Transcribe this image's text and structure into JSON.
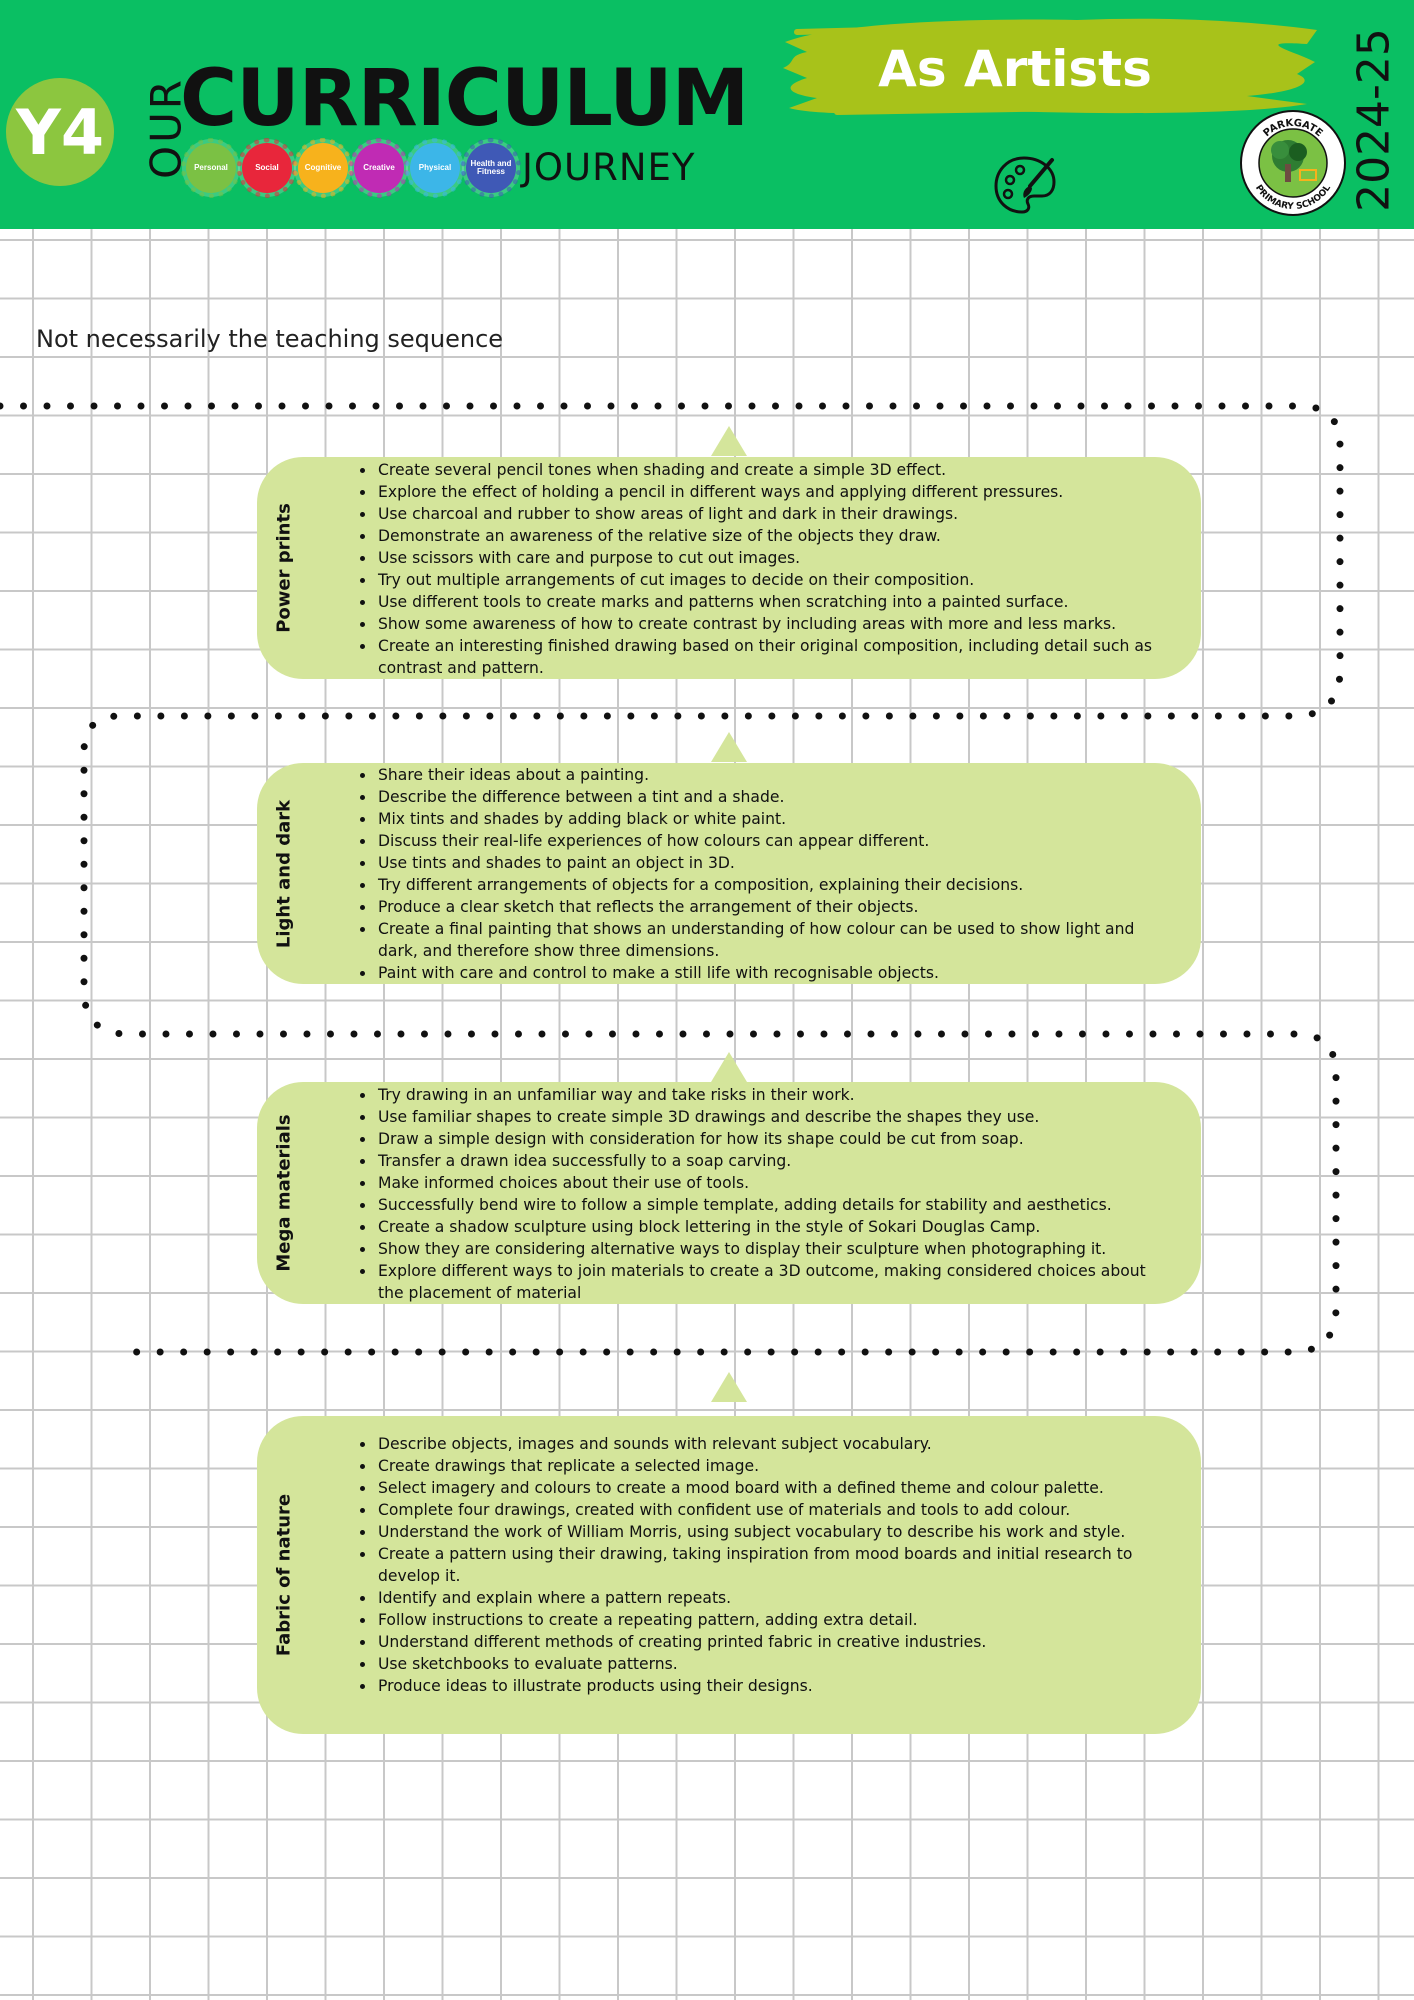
{
  "header": {
    "year_group": "Y4",
    "our": "OUR",
    "title": "CURRICULUM",
    "subtitle": "JOURNEY",
    "subject": "As Artists",
    "academic_year": "2024-25",
    "school_logo_text": "PARKGATE PRIMARY SCHOOL",
    "colors": {
      "header_green": "#0abf63",
      "accent_green": "#8cc63f",
      "brush_green": "#a8c21a",
      "card": "#d4e59b"
    },
    "gears": [
      {
        "label": "Personal",
        "color": "#7bc144"
      },
      {
        "label": "Social",
        "color": "#e8263b"
      },
      {
        "label": "Cognitive",
        "color": "#f7b21c"
      },
      {
        "label": "Creative",
        "color": "#c02bb4"
      },
      {
        "label": "Physical",
        "color": "#3cb6e8"
      },
      {
        "label": "Health and Fitness",
        "color": "#3f59b6"
      }
    ],
    "icon": "palette-brush-icon"
  },
  "note": "Not necessarily the teaching sequence",
  "units": [
    {
      "title": "Power prints",
      "items": [
        "Create several pencil tones when shading and create a simple 3D effect.",
        "Explore the effect of holding a pencil in different ways and applying different pressures.",
        "Use charcoal and rubber to show areas of light and dark in their drawings.",
        "Demonstrate an awareness of the relative size of the objects they draw.",
        "Use scissors with care and purpose to cut out images.",
        "Try out multiple arrangements of cut images to decide on their composition.",
        "Use different tools to create marks and patterns when scratching into a painted surface.",
        "Show some awareness of how to create contrast by including areas with more and less marks.",
        "Create an interesting finished drawing based on their original composition, including detail such as contrast and pattern."
      ]
    },
    {
      "title": "Light and dark",
      "items": [
        "Share their ideas about a painting.",
        "Describe the difference between a tint and a shade.",
        "Mix tints and shades by adding black or white paint.",
        "Discuss their real-life experiences of how colours can appear different.",
        "Use tints and shades to paint an object in 3D.",
        "Try different arrangements of objects for a composition, explaining their decisions.",
        "Produce a clear sketch that reflects the arrangement of their objects.",
        "Create a final painting that shows an understanding of how colour can be used to show light and dark, and therefore show three dimensions.",
        "Paint with care and control to make a still life with recognisable objects."
      ]
    },
    {
      "title": "Mega materials",
      "items": [
        "Try drawing in an unfamiliar way and take risks in their work.",
        "Use familiar shapes to create simple 3D drawings and describe the shapes they use.",
        "Draw a simple design with consideration for how its shape could be cut from soap.",
        "Transfer a drawn idea successfully to a soap carving.",
        "Make informed choices about their use of tools.",
        "Successfully bend wire to follow a simple template, adding details for stability and aesthetics.",
        "Create a shadow sculpture using block lettering in the style of Sokari Douglas Camp.",
        "Show they are considering alternative ways to display their sculpture when photographing it.",
        "Explore different ways to join materials to create a 3D outcome, making considered choices about the placement of material"
      ]
    },
    {
      "title": "Fabric of nature",
      "items": [
        "Describe objects, images and sounds with relevant subject vocabulary.",
        "Create drawings that replicate a selected image.",
        "Select imagery and colours to create a mood board with a defined theme and colour palette.",
        "Complete four drawings, created with confident use of materials and tools to add colour.",
        "Understand the work of William Morris, using subject vocabulary to describe his work and style.",
        "Create a pattern using their drawing, taking inspiration from mood boards and initial research to develop it.",
        "Identify and explain where a pattern repeats.",
        "Follow instructions to create a repeating pattern, adding extra detail.",
        "Understand different methods of creating printed fabric in creative industries.",
        "Use sketchbooks to evaluate patterns.",
        "Produce ideas to illustrate products using their designs."
      ]
    }
  ]
}
